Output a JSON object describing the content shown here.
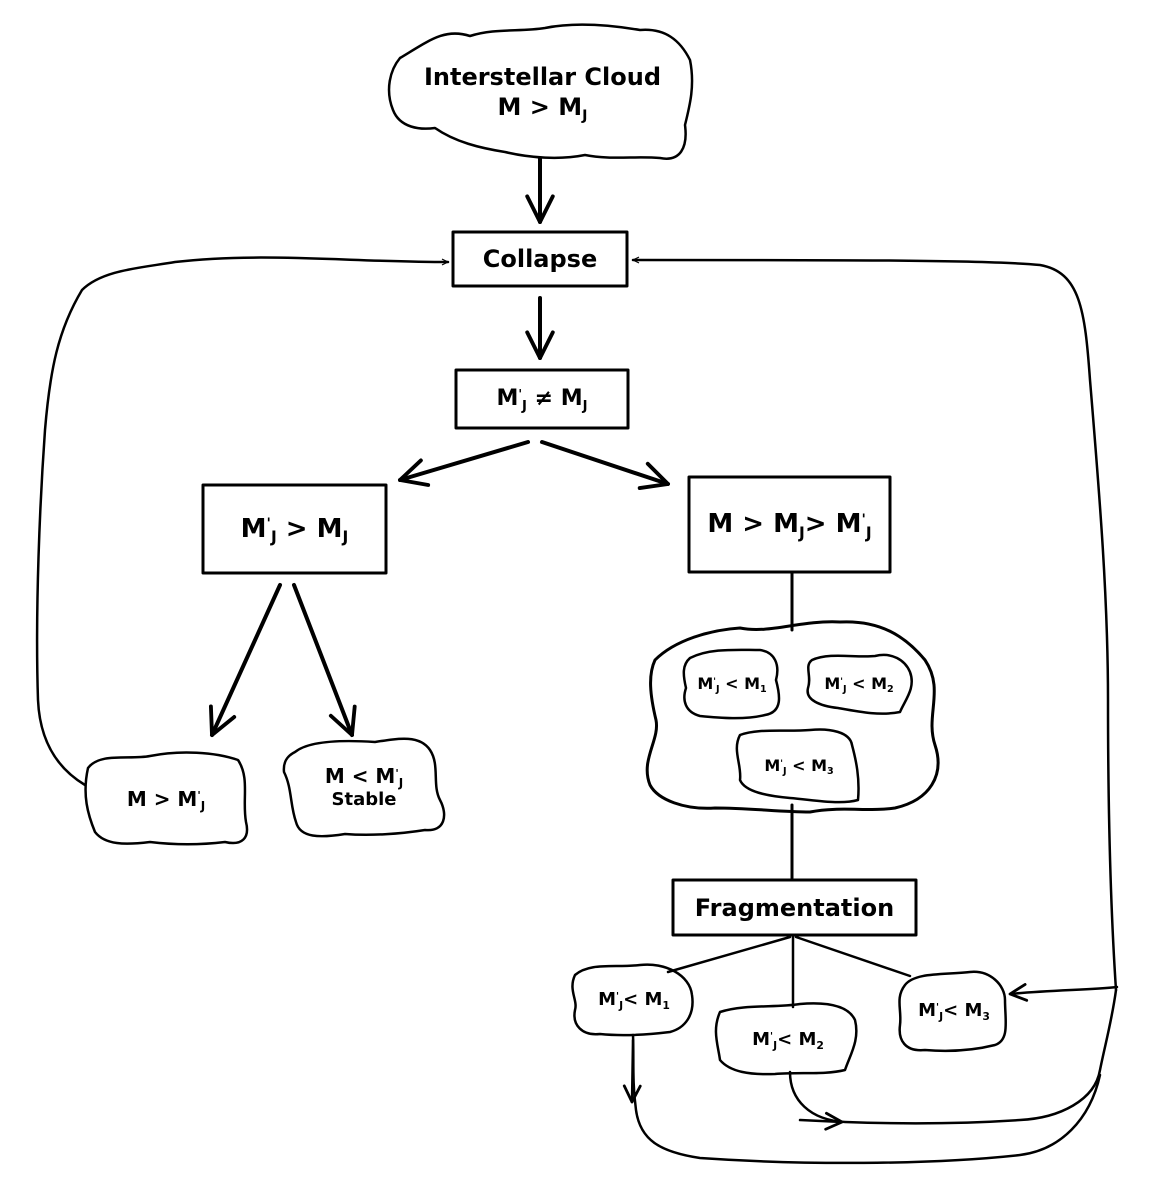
{
  "nodes": {
    "cloud": {
      "title": "Interstellar Cloud",
      "expr": {
        "a": "M > M",
        "s": "J"
      }
    },
    "collapse": {
      "label": "Collapse"
    },
    "neq": {
      "m": "M",
      "s1": "J",
      "sup": "'",
      "mid": " ≠ M",
      "s2": "J"
    },
    "left_cond": {
      "m": "M",
      "sup": "'",
      "s1": "J",
      "mid": " > M",
      "s2": "J"
    },
    "right_cond": {
      "pre": "M > M",
      "s1": "J",
      "mid": "> M",
      "sup": "'",
      "s2": "J"
    },
    "inner_1": {
      "m": "M",
      "sup": "'",
      "s": "J",
      "rest": "< M",
      "sub2": "1"
    },
    "inner_2": {
      "m": "M",
      "sup": "'",
      "s": "J",
      "rest": "< M",
      "sub2": "2"
    },
    "inner_3": {
      "m": "M",
      "sup": "'",
      "s": "J",
      "rest": "< M",
      "sub2": "3"
    },
    "unstable": {
      "pre": "M > M",
      "sup": "'",
      "s": "J"
    },
    "stable": {
      "pre": "M < M",
      "sup": "'",
      "s": "J",
      "note": "Stable"
    },
    "fragmentation": {
      "label": "Fragmentation"
    },
    "frag_1": {
      "m": "M",
      "sup": "'",
      "s": "J",
      "rest": "< M",
      "sub2": "1"
    },
    "frag_2": {
      "m": "M",
      "sup": "'",
      "s": "J",
      "rest": "< M",
      "sub2": "2"
    },
    "frag_3": {
      "m": "M",
      "sup": "'",
      "s": "J",
      "rest": "< M",
      "sub2": "3"
    }
  }
}
